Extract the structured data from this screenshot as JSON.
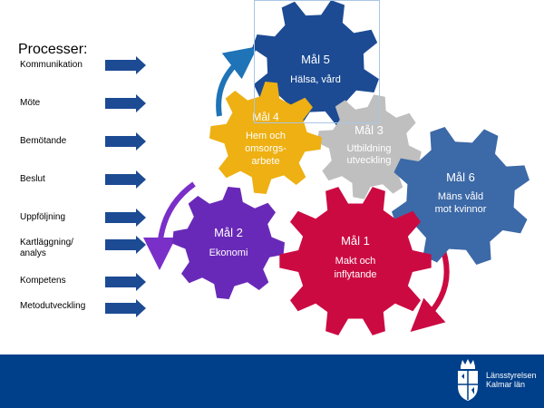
{
  "processes": {
    "title": "Processer:",
    "items": [
      {
        "label": "Kommunikation"
      },
      {
        "label": "Möte"
      },
      {
        "label": "Bemötande"
      },
      {
        "label": "Beslut"
      },
      {
        "label": "Uppföljning"
      },
      {
        "label": "Kartläggning/\nanalys"
      },
      {
        "label": "Kompetens"
      },
      {
        "label": "Metodutveckling"
      }
    ]
  },
  "goals": [
    {
      "id": "mal5",
      "lines": [
        "Mål 5",
        "Hälsa, vård"
      ],
      "color": "#1c4b94"
    },
    {
      "id": "mal4",
      "lines": [
        "Mål 4",
        "Hem och",
        "omsorgs-",
        "arbete"
      ],
      "color": "#eeb012"
    },
    {
      "id": "mal3",
      "lines": [
        "Mål 3",
        "Utbildning",
        "utveckling"
      ],
      "color": "#bfbfbf"
    },
    {
      "id": "mal6",
      "lines": [
        "Mål 6",
        "Mäns våld",
        "mot kvinnor"
      ],
      "color": "#3c69a7"
    },
    {
      "id": "mal2",
      "lines": [
        "Mål 2",
        "Ekonomi"
      ],
      "color": "#6929b8"
    },
    {
      "id": "mal1",
      "lines": [
        "Mål 1",
        "Makt och",
        "inflytande"
      ],
      "color": "#cc0a42"
    }
  ],
  "colors": {
    "arrow": "#1c4b94",
    "footer": "#003f8a",
    "arrow_blue_curved": "#1f73b7",
    "arrow_purple_curved": "#7a2fc9",
    "arrow_red_curved": "#cc0a42"
  },
  "logo": {
    "icon": "crown-coat-of-arms-icon",
    "line1": "Länsstyrelsen",
    "line2": "Kalmar län"
  }
}
